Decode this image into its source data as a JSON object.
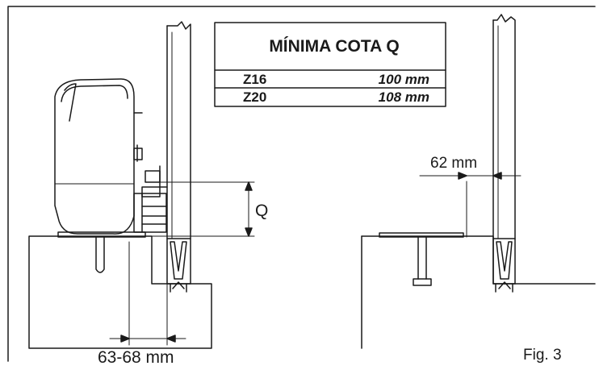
{
  "table": {
    "title": "MÍNIMA COTA Q",
    "rows": [
      {
        "key": "Z16",
        "value": "100 mm"
      },
      {
        "key": "Z20",
        "value": "108 mm"
      }
    ]
  },
  "labels": {
    "q": "Q",
    "dim_62": "62 mm",
    "dim_63_68": "63-68 mm",
    "fig": "Fig. 3"
  },
  "colors": {
    "line": "#1a1a1a",
    "motor_fill": "#ffffff"
  }
}
